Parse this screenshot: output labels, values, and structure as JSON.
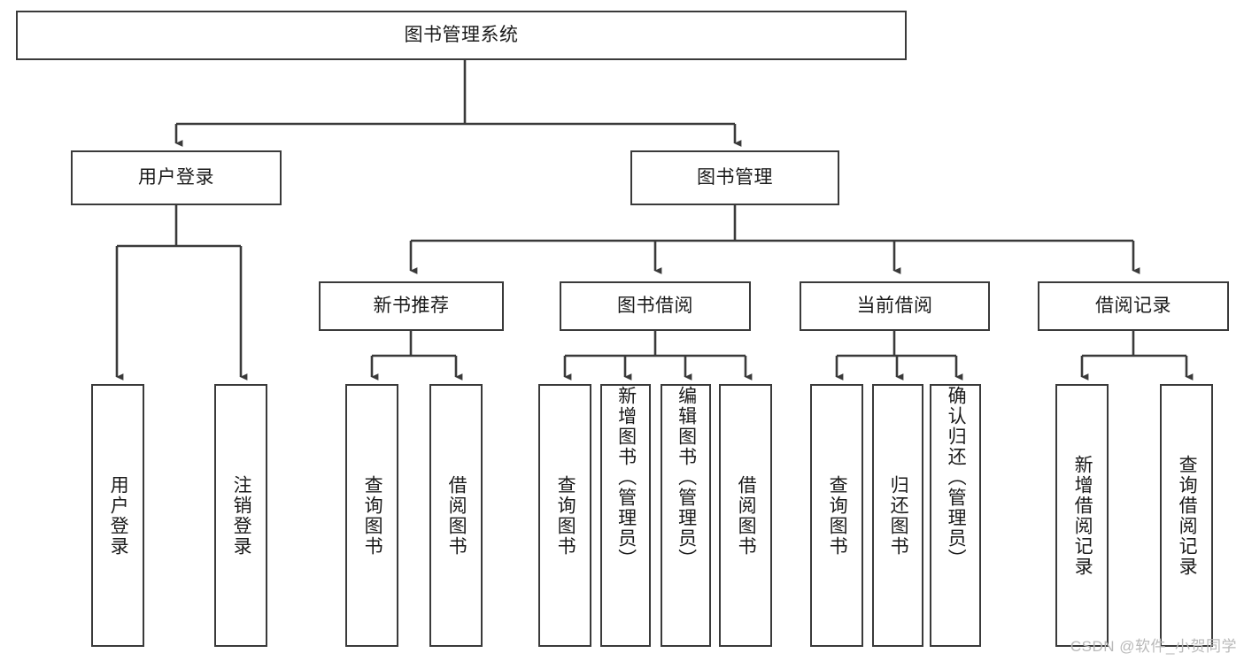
{
  "diagram": {
    "title": "图书管理系统",
    "root": {
      "label": "图书管理系统"
    },
    "level2": [
      {
        "label": "用户登录"
      },
      {
        "label": "图书管理"
      }
    ],
    "level3": [
      {
        "label": "新书推荐"
      },
      {
        "label": "图书借阅"
      },
      {
        "label": "当前借阅"
      },
      {
        "label": "借阅记录"
      }
    ],
    "leaves": {
      "user_login": [
        {
          "label": "用户登录"
        },
        {
          "label": "注销登录"
        }
      ],
      "new_book_recommend": [
        {
          "label": "查询图书"
        },
        {
          "label": "借阅图书"
        }
      ],
      "book_borrow": [
        {
          "label": "查询图书"
        },
        {
          "label": "新增图书（管理员）"
        },
        {
          "label": "编辑图书（管理员）"
        },
        {
          "label": "借阅图书"
        }
      ],
      "current_borrow": [
        {
          "label": "查询图书"
        },
        {
          "label": "归还图书"
        },
        {
          "label": "确认归还（管理员）"
        }
      ],
      "borrow_record": [
        {
          "label": "新增借阅记录"
        },
        {
          "label": "查询借阅记录"
        }
      ]
    },
    "watermark": "CSDN @软件_小贺同学",
    "colors": {
      "stroke": "#3a3a3a",
      "text": "#1a1a1a",
      "background": "#ffffff",
      "watermark": "#b9b9b9"
    }
  }
}
